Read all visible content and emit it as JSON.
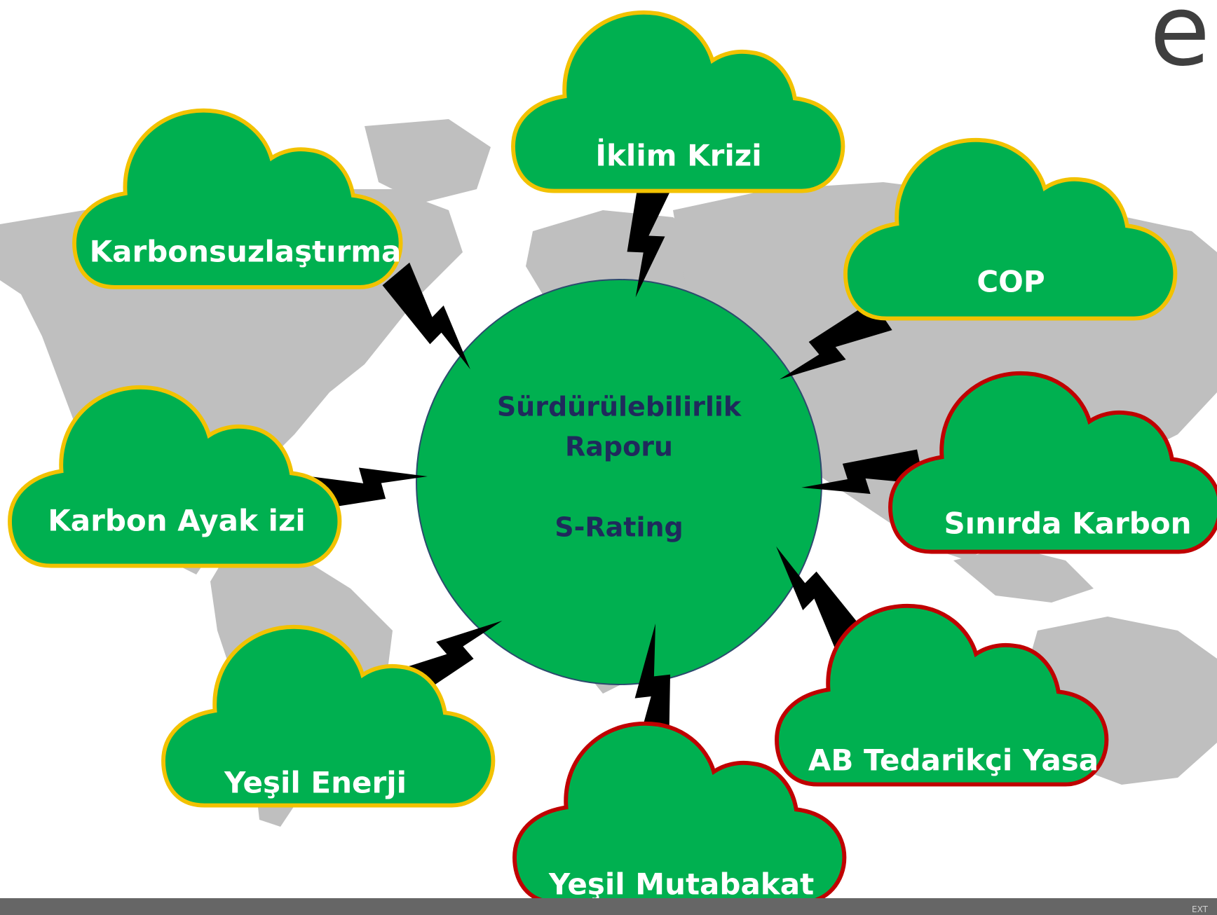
{
  "logo": {
    "text": "e"
  },
  "center": {
    "line1": "Sürdürülebilirlik",
    "line2": "Raporu",
    "line3": "S-Rating"
  },
  "clouds": [
    {
      "id": "iklim-krizi",
      "label": "İklim Krizi",
      "border": "yellow"
    },
    {
      "id": "karbonsuzlastirma",
      "label": "Karbonsuzlaştırma",
      "border": "yellow"
    },
    {
      "id": "cop",
      "label": "COP",
      "border": "yellow"
    },
    {
      "id": "karbon-ayak-izi",
      "label": "Karbon Ayak izi",
      "border": "yellow"
    },
    {
      "id": "sinirda-karbon",
      "label": "Sınırda Karbon",
      "border": "red"
    },
    {
      "id": "yesil-enerji",
      "label": "Yeşil Enerji",
      "border": "yellow"
    },
    {
      "id": "ab-tedarikci-yasa",
      "label": "AB Tedarikçi Yasa",
      "border": "red"
    },
    {
      "id": "yesil-mutabakat",
      "label": "Yeşil Mutabakat",
      "border": "red"
    }
  ],
  "footer": {
    "text": "EXT"
  },
  "colors": {
    "cloud_fill": "#00b050",
    "yellow_border": "#f2c200",
    "red_border": "#c00000",
    "center_fill": "#00b050",
    "center_border": "#2c4a6e",
    "center_text": "#1f2a5c",
    "map": "#bfbfbf",
    "bolt": "#000000",
    "footer_bar": "#666666"
  }
}
